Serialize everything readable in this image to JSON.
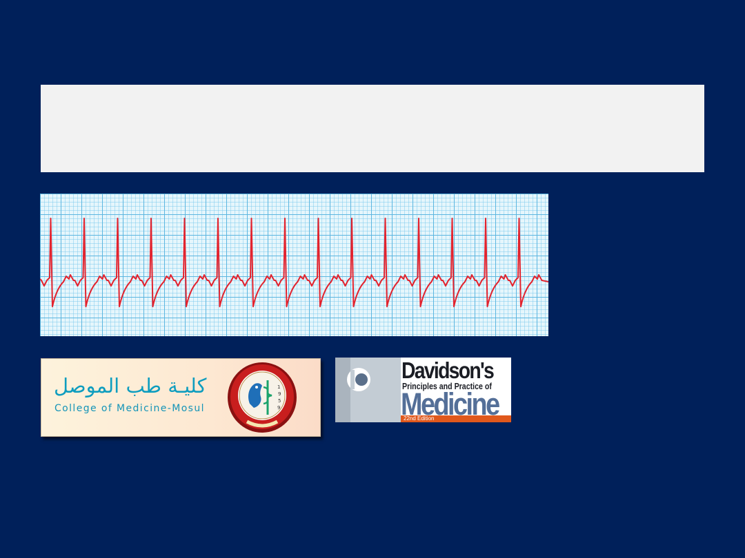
{
  "slide": {
    "title_box_text": ""
  },
  "ecg": {
    "beats_count": 15,
    "trace_color": "#e2232e",
    "grid_color": "#7cc9ec"
  },
  "logos": {
    "mosul": {
      "arabic_name": "كليـة طب الموصل",
      "english_name": "College of Medicine-Mosul"
    },
    "davidson": {
      "name": "Davidson's",
      "subtitle": "Principles and Practice of",
      "title": "Medicine",
      "edition": "22nd Edition"
    }
  },
  "colors": {
    "background": "#00205a",
    "title_box": "#f2f2f2",
    "mosul_text": "#0e9dbf",
    "davidson_accent": "#e0581c",
    "davidson_medicine": "#546f98"
  }
}
